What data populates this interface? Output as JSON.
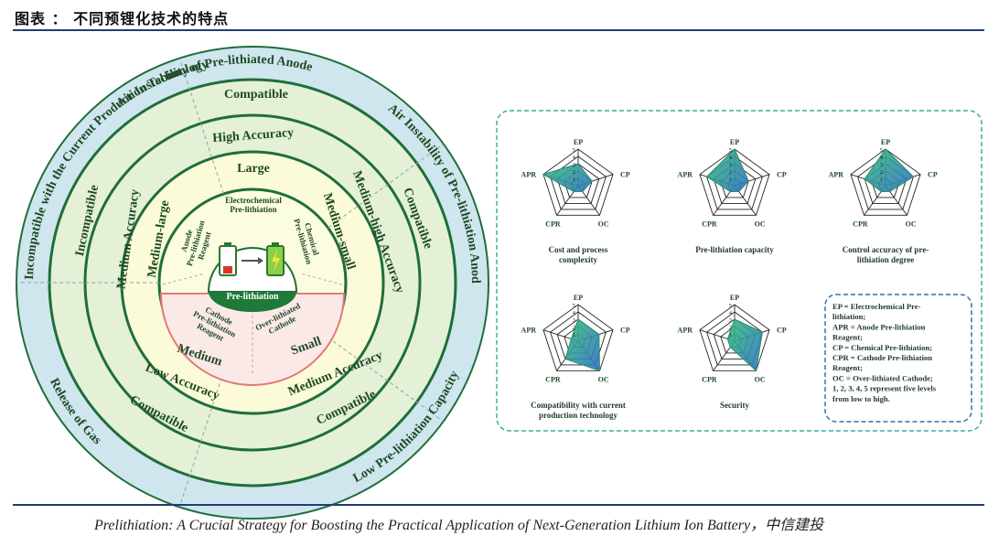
{
  "header": {
    "title": "图表  ：  不同预锂化技术的特点"
  },
  "source": {
    "text": "Prelithiation: A Crucial Strategy for Boosting the Practical Application of Next-Generation Lithium Ion Battery，中信建投"
  },
  "colors": {
    "rule": "#1f3f73",
    "outer_ring": "#cfe6ee",
    "ring_green": "#e4f1d6",
    "ring_yellow": "#fbfbd9",
    "inner_green": "#1f7a3a",
    "radar_fill": "#3ab878"
  },
  "circle": {
    "outer": [
      "Air Instability of Pre-lithiated Anode",
      "Air Instability of Pre-lithiation Anode",
      "Low Pre-lithiation Capacity",
      "Release of Gas",
      "Incompatible with the Current Production Technology"
    ],
    "compat": [
      "Compatible",
      "Compatible",
      "Compatible",
      "Compatible",
      "Incompatible"
    ],
    "accuracy": [
      "High Accuracy",
      "Medium-high Accuracy",
      "Medium Accuracy",
      "Low Accuracy",
      "Medium Accuracy"
    ],
    "capacity": [
      "Large",
      "Medium-small",
      "Small",
      "Medium",
      "Medium-large"
    ],
    "methods": [
      "Electrochemical Pre-lithiation",
      "Chemical Pre-lithiation",
      "Over-lithiated Cathode",
      "Cathode Pre-lithiation Reagent",
      "Anode Pre-lithiation Reagent"
    ],
    "center": "Pre-lithiation"
  },
  "radar_axes": [
    "EP",
    "CP",
    "OC",
    "CPR",
    "APR"
  ],
  "radar_ticks": [
    "1",
    "2",
    "3",
    "4",
    "5"
  ],
  "radars": [
    {
      "title": "Cost and process complexity",
      "values": {
        "EP": 3,
        "CP": 2,
        "OC": 1,
        "CPR": 1,
        "APR": 5
      }
    },
    {
      "title": "Pre-lithiation capacity",
      "values": {
        "EP": 5,
        "CP": 2,
        "OC": 1,
        "CPR": 1,
        "APR": 4
      }
    },
    {
      "title": "Control accuracy of pre-lithiation degree",
      "values": {
        "EP": 5,
        "CP": 4,
        "OC": 1,
        "CPR": 1,
        "APR": 3
      }
    },
    {
      "title": "Compatibility with current production technology",
      "values": {
        "EP": 3,
        "CP": 3,
        "OC": 5,
        "CPR": 3,
        "APR": 1
      }
    },
    {
      "title": "Security",
      "values": {
        "EP": 3,
        "CP": 4,
        "OC": 5,
        "CPR": 1,
        "APR": 1
      }
    }
  ],
  "legend": [
    "EP = Electrochemical Pre-lithiation;",
    "APR = Anode Pre-lithiation Reagent;",
    "CP = Chemical Pre-lithiation;",
    "CPR = Cathode Pre-lithiation Reagent;",
    "OC = Over-lithiated Cathode;",
    "1, 2, 3, 4, 5 represent five levels from low to high."
  ]
}
